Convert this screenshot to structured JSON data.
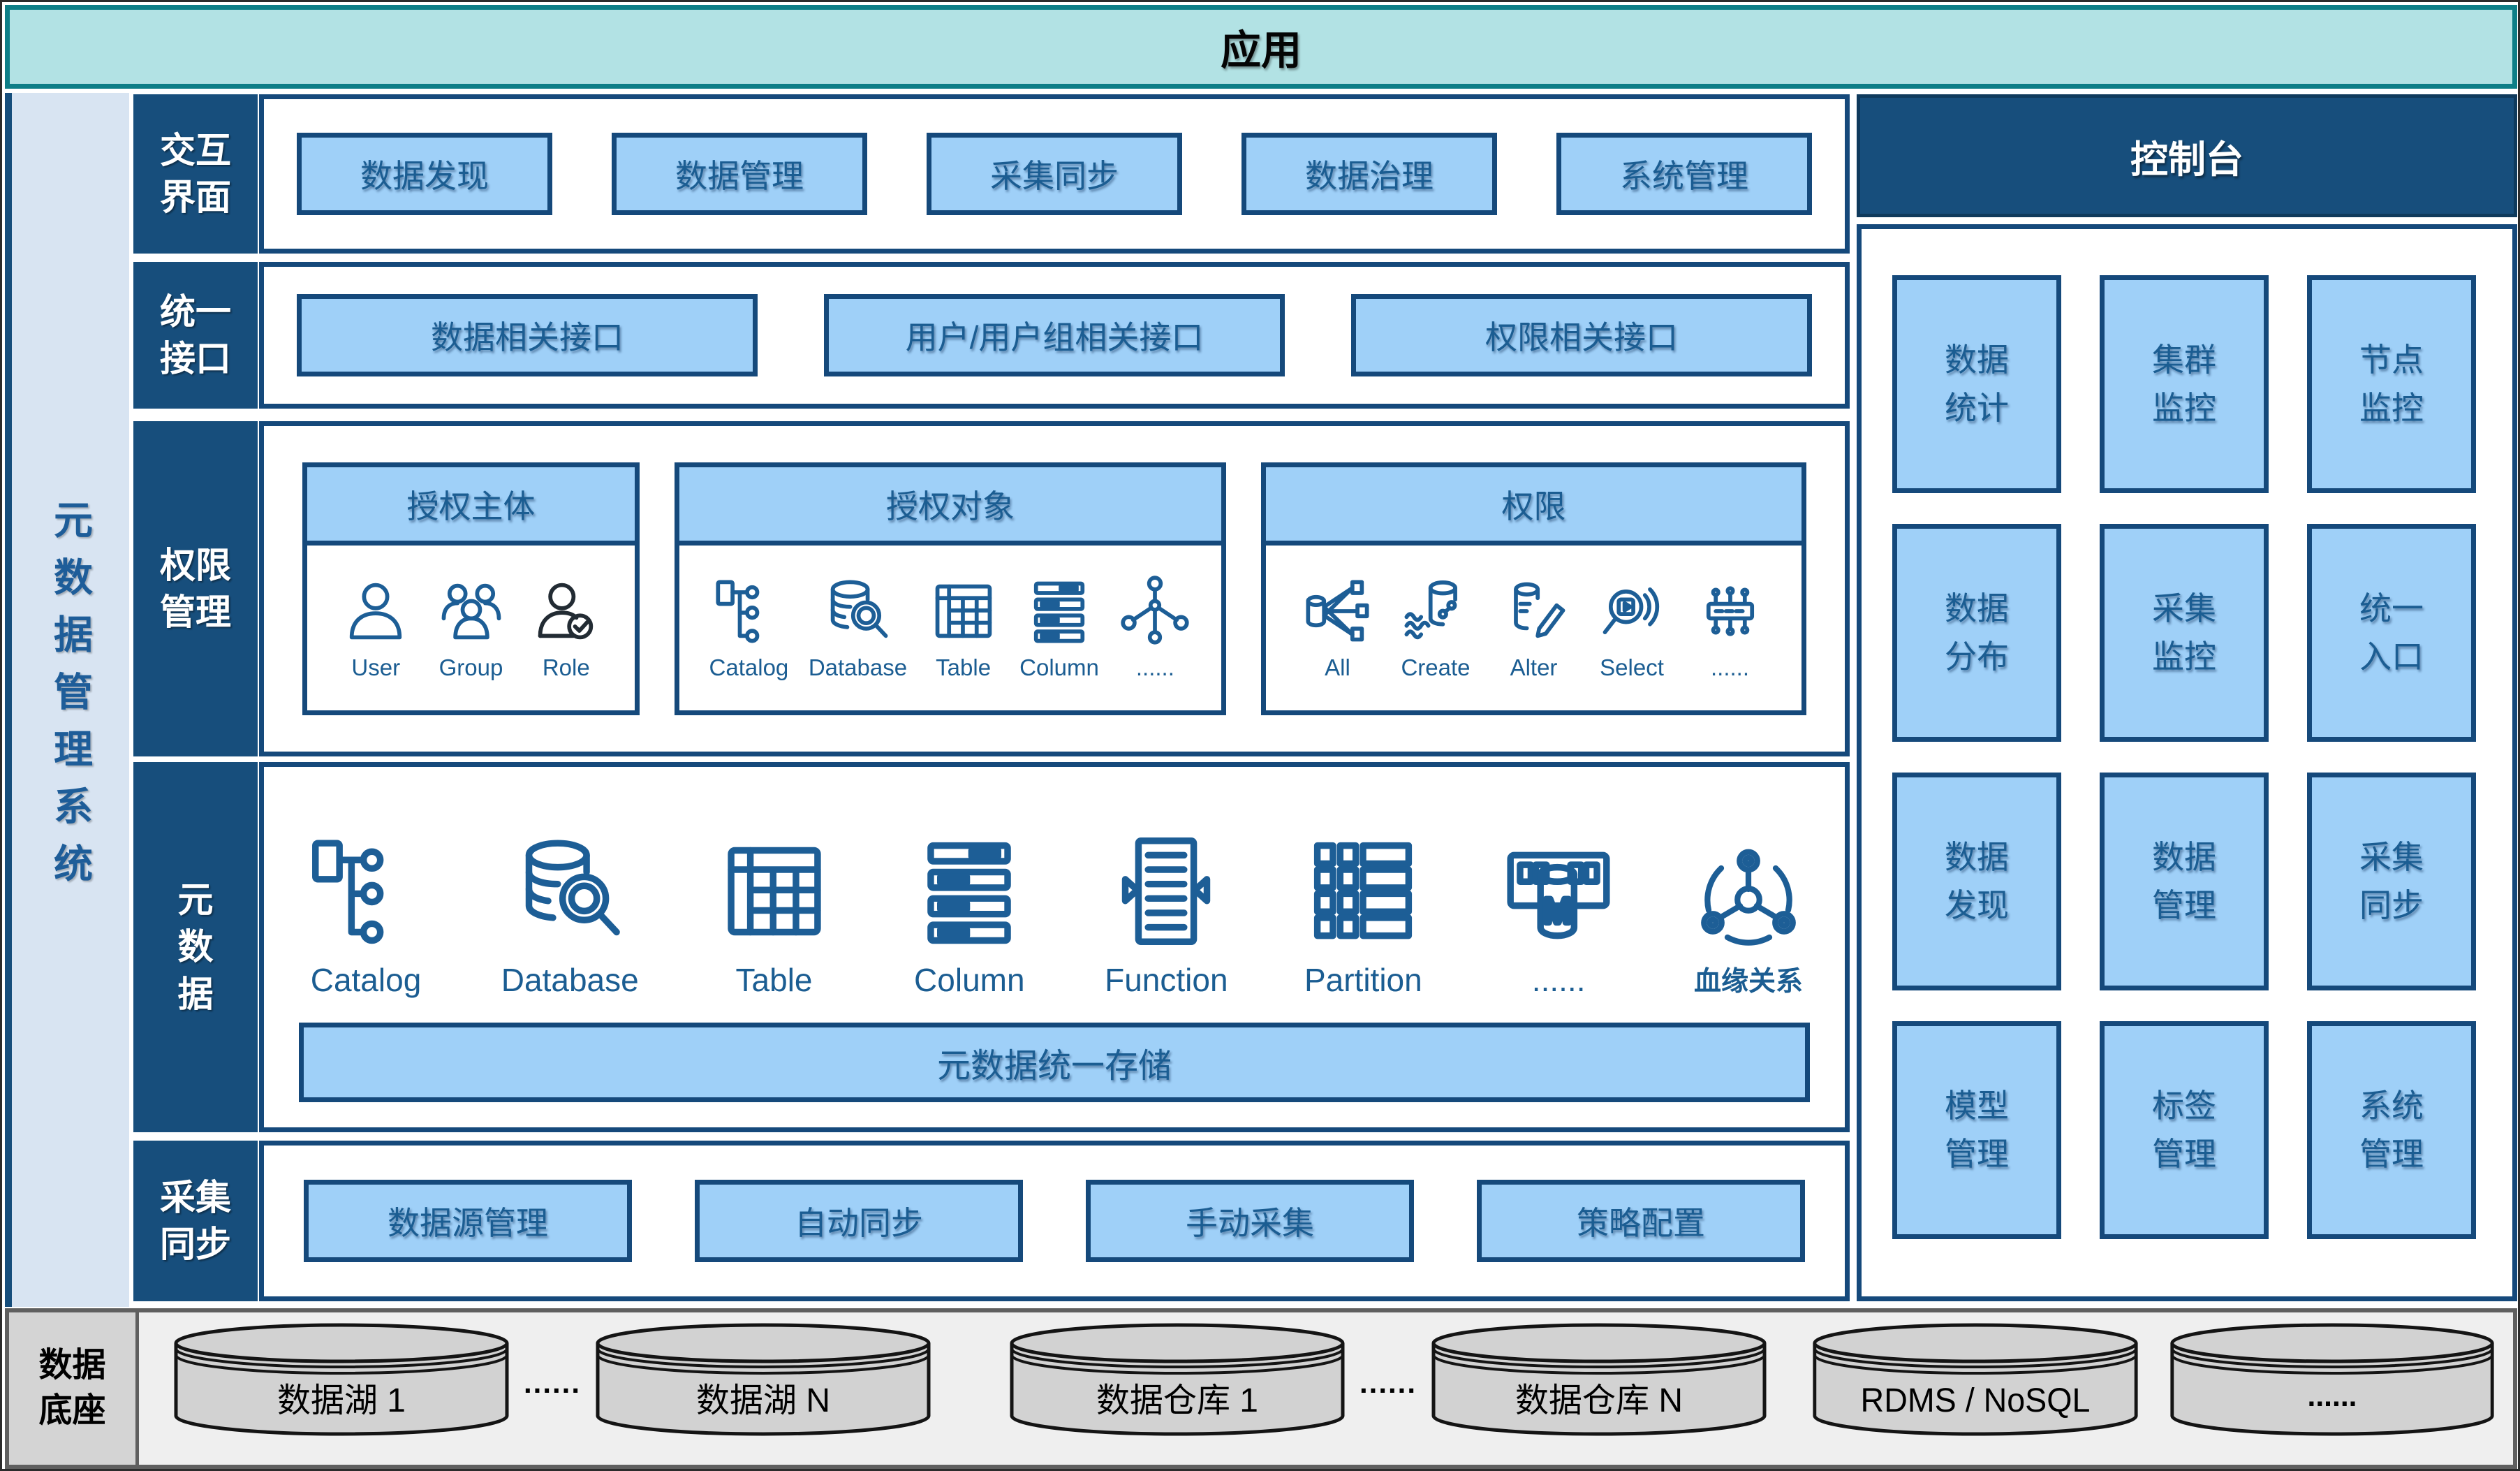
{
  "header": {
    "title": "应用"
  },
  "sidebar": {
    "title": "元数据管理系统"
  },
  "rows": {
    "interaction": {
      "label": "交互界面",
      "buttons": [
        "数据发现",
        "数据管理",
        "采集同步",
        "数据治理",
        "系统管理"
      ]
    },
    "api": {
      "label": "统一接口",
      "buttons": [
        "数据相关接口",
        "用户/用户组相关接口",
        "权限相关接口"
      ]
    },
    "permission": {
      "label": "权限管理",
      "groups": [
        {
          "title": "授权主体",
          "items": [
            {
              "icon": "user-icon",
              "label": "User"
            },
            {
              "icon": "group-icon",
              "label": "Group"
            },
            {
              "icon": "role-icon",
              "label": "Role"
            }
          ]
        },
        {
          "title": "授权对象",
          "items": [
            {
              "icon": "catalog-icon",
              "label": "Catalog"
            },
            {
              "icon": "database-search-icon",
              "label": "Database"
            },
            {
              "icon": "table-icon",
              "label": "Table"
            },
            {
              "icon": "column-icon",
              "label": "Column"
            },
            {
              "icon": "network-icon",
              "label": "......"
            }
          ]
        },
        {
          "title": "权限",
          "items": [
            {
              "icon": "all-privilege-icon",
              "label": "All"
            },
            {
              "icon": "create-privilege-icon",
              "label": "Create"
            },
            {
              "icon": "alter-privilege-icon",
              "label": "Alter"
            },
            {
              "icon": "select-privilege-icon",
              "label": "Select"
            },
            {
              "icon": "chip-icon",
              "label": "......"
            }
          ]
        }
      ]
    },
    "metadata": {
      "label": "元数据",
      "entities": [
        {
          "icon": "catalog-icon",
          "label": "Catalog"
        },
        {
          "icon": "database-search-icon",
          "label": "Database"
        },
        {
          "icon": "table-icon",
          "label": "Table"
        },
        {
          "icon": "column-icon",
          "label": "Column"
        },
        {
          "icon": "function-icon",
          "label": "Function"
        },
        {
          "icon": "partition-icon",
          "label": "Partition"
        },
        {
          "icon": "memory-icon",
          "label": "......"
        },
        {
          "icon": "lineage-icon",
          "label": "血缘关系"
        }
      ],
      "storage_bar": "元数据统一存储"
    },
    "collection": {
      "label": "采集同步",
      "buttons": [
        "数据源管理",
        "自动同步",
        "手动采集",
        "策略配置"
      ]
    }
  },
  "console": {
    "title": "控制台",
    "cells": [
      "数据统计",
      "集群监控",
      "节点监控",
      "数据分布",
      "采集监控",
      "统一入口",
      "数据发现",
      "数据管理",
      "采集同步",
      "模型管理",
      "标签管理",
      "系统管理"
    ]
  },
  "foundation": {
    "label": "数据底座",
    "dots": "......",
    "stores": [
      "数据湖 1",
      "数据湖 N",
      "数据仓库 1",
      "数据仓库 N",
      "RDMS / NoSQL",
      "......"
    ]
  },
  "colors": {
    "teal_fill": "#b2e2e4",
    "teal_border": "#0d7e87",
    "navy_fill": "#174e7c",
    "box_border": "#15497b",
    "box_fill": "#9fd0f8",
    "box_text": "#1b5d92",
    "sidebar_fill": "#d8e4f2",
    "sidebar_text": "#1e5d99",
    "band_fill": "#efefef",
    "band_label_fill": "#d4d4d4",
    "cylinder_fill": "#d2d2d2"
  }
}
